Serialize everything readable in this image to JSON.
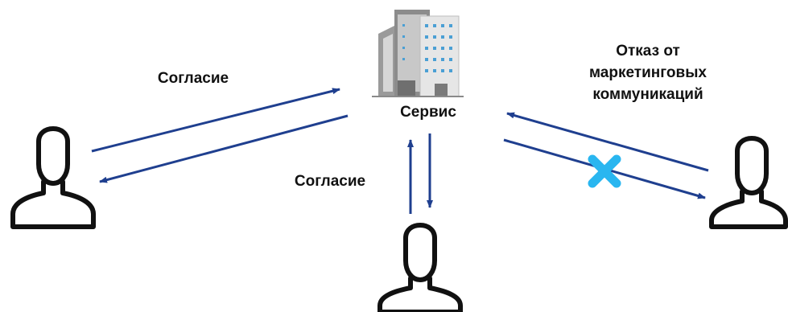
{
  "labels": {
    "consent_left": "Согласие",
    "consent_center": "Согласие",
    "service": "Сервис",
    "refusal_line1": "Отказ от",
    "refusal_line2": "маркетинговых",
    "refusal_line3": "коммуникаций"
  },
  "icons": {
    "service": "building-icon",
    "users": [
      "user-icon",
      "user-icon",
      "user-icon"
    ],
    "blocked": "cross-icon"
  },
  "colors": {
    "arrow": "#1f3f8f",
    "cross": "#29b6f0",
    "person": "#111111",
    "building_dark": "#8a8a8a",
    "building_light": "#cfcfcf",
    "window": "#4a9fd4"
  }
}
